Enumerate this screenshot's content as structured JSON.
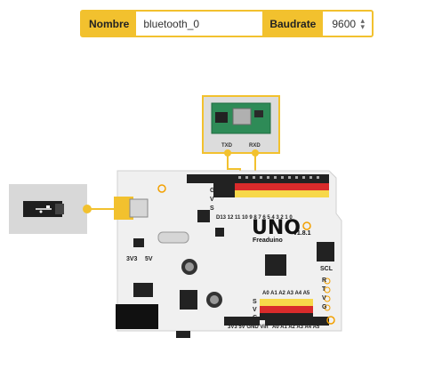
{
  "toolbar": {
    "name_label": "Nombre",
    "name_value": "bluetooth_0",
    "baud_label": "Baudrate",
    "baud_value": "9600"
  },
  "bluetooth_module": {
    "pin_txd": "TXD",
    "pin_rxd": "RXD"
  },
  "board": {
    "title": "UNO",
    "version": "v1.8.1",
    "brand": "Freaduino",
    "label_3v3": "3V3",
    "label_5v": "5V",
    "label_scl": "SCL",
    "power_header": "3V3 5V GND Vin",
    "analog_header": "A0 A1 A2 A3 A4 A5",
    "analog_top": "A0 A1 A2 A3 A4 A5",
    "row_s": "S",
    "row_v": "V",
    "row_g": "G",
    "digital_row": "D13 12 11 10 9 8 7 6 5 4 3 2 1 0",
    "rtvg": [
      "R",
      "T",
      "V",
      "G"
    ],
    "gvs_left": [
      "G",
      "V",
      "S"
    ]
  },
  "colors": {
    "accent": "#f2c12e",
    "board": "#f0f0f0",
    "module_bg": "#dcdcdc",
    "pcb_green": "#2e8b57",
    "pin_red": "#d92b2b",
    "pin_yellow": "#f7d84a"
  }
}
